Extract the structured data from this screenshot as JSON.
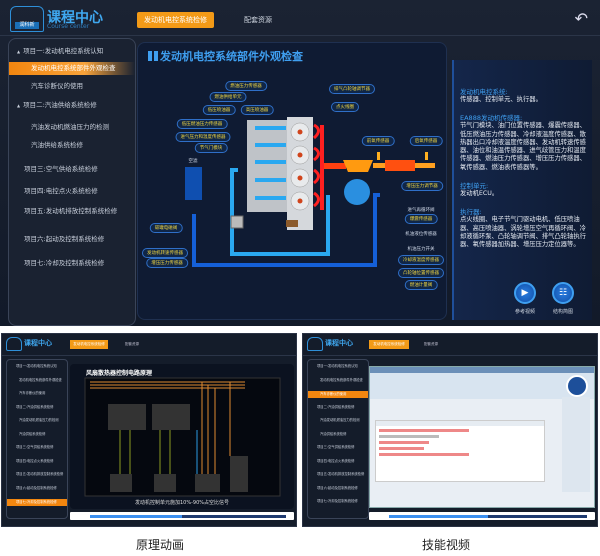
{
  "header": {
    "title": "课程中心",
    "subtitle": "Course center",
    "logo_text": "润科新",
    "tabs": [
      {
        "label": "发动机电控系统检修",
        "active": true
      },
      {
        "label": "配套资源",
        "active": false
      }
    ],
    "back_icon": "back-arrow-icon"
  },
  "sidebar": {
    "items": [
      {
        "label": "项目一:发动机电控系统认知",
        "type": "group",
        "expanded": true
      },
      {
        "label": "发动机电控系统部件外观检查",
        "type": "child",
        "active": true
      },
      {
        "label": "汽车诊断仪的使用",
        "type": "child"
      },
      {
        "label": "项目二:汽油供给系统检修",
        "type": "group",
        "expanded": true
      },
      {
        "label": "汽油发动机燃油压力的检测",
        "type": "child"
      },
      {
        "label": "汽油供给系统检修",
        "type": "child"
      },
      {
        "label": "项目三:空气供给系统检修",
        "type": "group"
      },
      {
        "label": "项目四:电控点火系统检修",
        "type": "group"
      },
      {
        "label": "项目五:发动机排放控制系统检修",
        "type": "group"
      },
      {
        "label": "项目六:起动及控制系统检修",
        "type": "group"
      },
      {
        "label": "项目七:冷却及控制系统检修",
        "type": "group"
      }
    ]
  },
  "main": {
    "title": "发动机电控系统部件外观检查",
    "labels": [
      "燃油压力传感器",
      "燃油供给单元",
      "低压喷油器",
      "高压喷油器",
      "低压燃油压力传感器",
      "进气压力和温度传感器",
      "节气门模块",
      "空滤",
      "碳罐电磁阀",
      "发动机转速传感器",
      "增压压力传感器",
      "排气凸轮轴调节器",
      "点火线圈",
      "前氧传感器",
      "后氧传感器",
      "增压压力调节器",
      "进气再循环阀",
      "爆震传感器",
      "机油液位传感器",
      "机油压力开关",
      "冷却液温度传感器",
      "凸轮轴位置传感器",
      "燃油计量阀"
    ]
  },
  "info": {
    "sections": [
      {
        "heading": "发动机电控系统:",
        "body": "传感器、控制单元、执行器。"
      },
      {
        "heading": "EA888发动机传感器:",
        "body": "节气门模块、油门位置传感器、爆震传感器、低压燃油压力传感器、冷却液温度传感器、散热器出口冷却液温度传感器、发动机转速传感器、油位和油温传感器、进气歧管压力和温度传感器、燃油压力传感器、增压压力传感器、氧传感器、燃油表传感器等。"
      },
      {
        "heading": "控制单元:",
        "body": "发动机ECU。"
      },
      {
        "heading": "执行器:",
        "body": "点火线圈、电子节气门驱动电机、低压喷油器、高压喷油器、涡轮增压空气再循环阀、冷却液循环泵、凸轮轴调节阀、排气凸轮轴执行器、氧传感器加热器、增压压力定位器等。"
      }
    ],
    "buttons": [
      {
        "label": "参考视频",
        "icon": "play-icon"
      },
      {
        "label": "结构简图",
        "icon": "hierarchy-icon"
      }
    ]
  },
  "mini1": {
    "title": "风扇散热器控制电路原理",
    "subtitle": "发动机控制单元施加10%-90%占空比信号",
    "active_item": 10,
    "progress": 0.47,
    "caption": "原理动画"
  },
  "mini2": {
    "active_item": 2,
    "progress": 0.5,
    "caption": "技能视频"
  },
  "colors": {
    "accent": "#f39a17",
    "blue": "#3f9ff0",
    "bg": "#151d2c"
  }
}
